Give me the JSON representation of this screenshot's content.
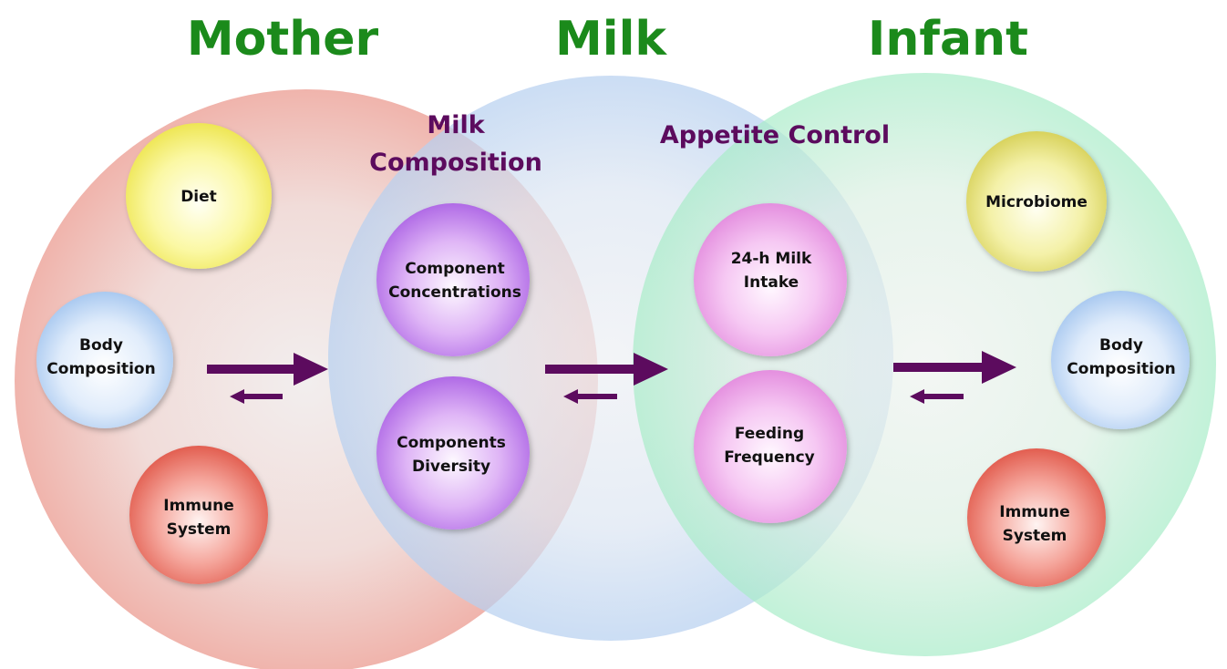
{
  "titles": {
    "mother": "Mother",
    "milk": "Milk",
    "infant": "Infant"
  },
  "sections": {
    "milk_composition": [
      "Milk",
      "Composition"
    ],
    "appetite_control": "Appetite Control"
  },
  "mother_nodes": {
    "diet": [
      "Diet"
    ],
    "body_composition": [
      "Body",
      "Composition"
    ],
    "immune_system": [
      "Immune",
      "System"
    ]
  },
  "milk_nodes": {
    "component_concentrations": [
      "Component",
      "Concentrations"
    ],
    "components_diversity": [
      "Components",
      "Diversity"
    ]
  },
  "appetite_nodes": {
    "milk_intake": [
      "24-h Milk",
      "Intake"
    ],
    "feeding_frequency": [
      "Feeding",
      "Frequency"
    ]
  },
  "infant_nodes": {
    "microbiome": [
      "Microbiome"
    ],
    "body_composition": [
      "Body",
      "Composition"
    ],
    "immune_system": [
      "Immune",
      "System"
    ]
  },
  "colors": {
    "title": "#1b8a1b",
    "subtitle": "#5c0b5e",
    "arrow": "#5c0b5e"
  }
}
